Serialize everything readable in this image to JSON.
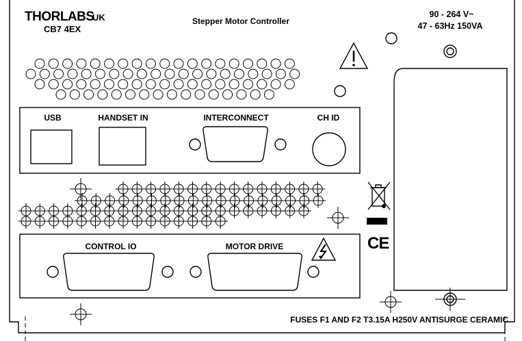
{
  "header": {
    "brand": "THORLABS",
    "brand_suffix": "UK",
    "model": "CB7 4EX",
    "title": "Stepper Motor Controller",
    "voltage": "90 - 264 V~",
    "frequency": "47 - 63Hz 150VA"
  },
  "ports": {
    "usb": "USB",
    "handset_in": "HANDSET IN",
    "interconnect": "INTERCONNECT",
    "ch_id": "CH ID",
    "control_io": "CONTROL IO",
    "motor_drive": "MOTOR DRIVE"
  },
  "marks": {
    "ce": "CE"
  },
  "footer": {
    "fuses": "FUSES F1 AND F2 T3.15A H250V ANTISURGE CERAMIC"
  }
}
